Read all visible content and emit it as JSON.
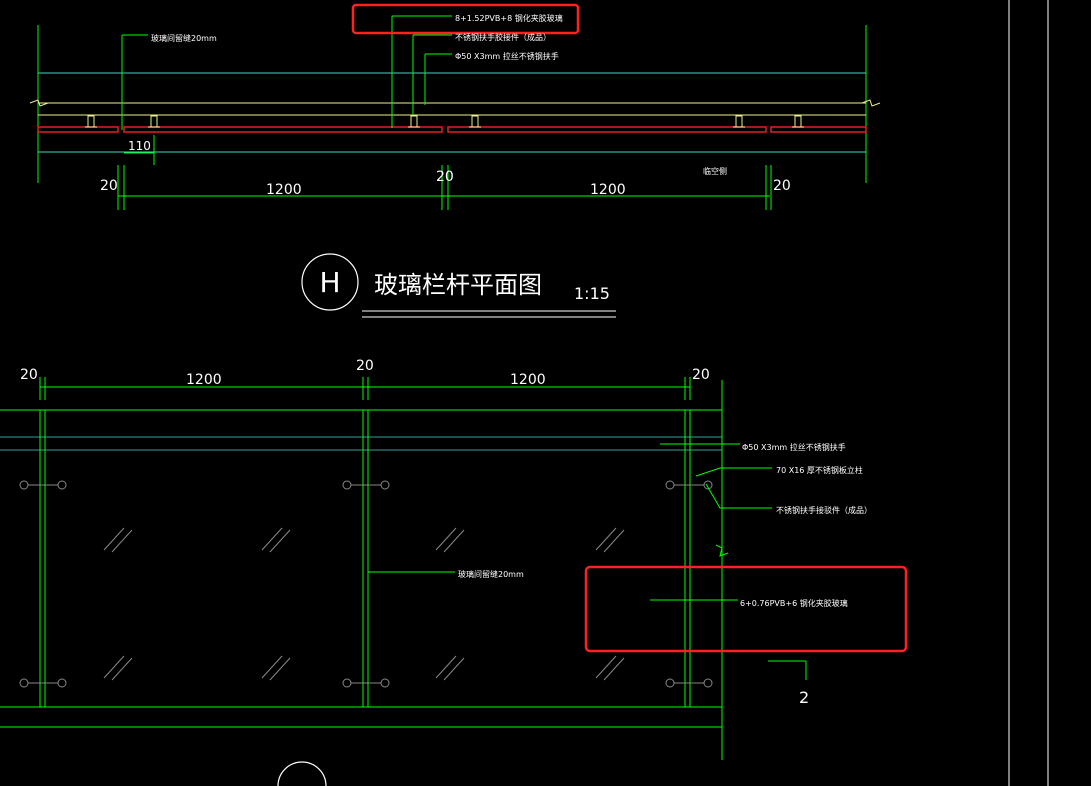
{
  "colors": {
    "background": "#000000",
    "line_green": "#00ff00",
    "line_cyan": "#3fd8c8",
    "line_yellow": "#f0f08a",
    "glass_red": "#e02020",
    "highlight_red": "#ff2020",
    "text_white": "#ffffff",
    "frame_white": "#ffffff"
  },
  "plan_view": {
    "annotations": {
      "glass_top": "8+1.52PVB+8 钢化夹胶玻璃",
      "fitting": "不锈钢扶手胶接件（成品）",
      "handrail": "Φ50 X3mm 拉丝不锈钢扶手",
      "gap": "玻璃间留缝20mm",
      "side": "临空侧"
    },
    "dims": {
      "left_gap": "20",
      "span_1": "1200",
      "mid_gap": "20",
      "span_2": "1200",
      "right_gap": "20",
      "offset": "110"
    }
  },
  "title_block": {
    "symbol": "H",
    "title": "玻璃栏杆平面图",
    "scale": "1:15"
  },
  "elevation_view": {
    "dims": {
      "left_gap": "20",
      "span_1": "1200",
      "mid_gap": "20",
      "span_2": "1200",
      "right_gap": "20"
    },
    "annotations": {
      "handrail": "Φ50 X3mm 拉丝不锈钢扶手",
      "post": "70 X16 厚不锈钢板立柱",
      "fitting": "不锈钢扶手接驳件（成品）",
      "gap": "玻璃间留缝20mm",
      "glass": "6+0.76PVB+6 钢化夹胶玻璃"
    },
    "section_mark": "2"
  }
}
